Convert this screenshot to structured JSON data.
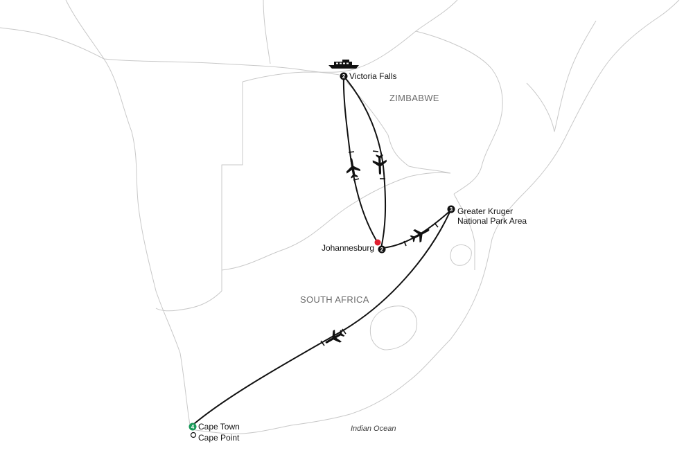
{
  "map": {
    "countries": [
      {
        "id": "zimbabwe",
        "name": "ZIMBABWE"
      },
      {
        "id": "south-africa",
        "name": "SOUTH AFRICA"
      }
    ],
    "water": [
      {
        "id": "indian-ocean",
        "name": "Indian Ocean"
      }
    ],
    "stops": [
      {
        "id": "victoria-falls",
        "name": "Victoria Falls",
        "nights": "2",
        "badge_color": "#111111"
      },
      {
        "id": "johannesburg",
        "name": "Johannesburg",
        "nights": "2",
        "badge_color": "#111111",
        "start_marker_color": "#e02030"
      },
      {
        "id": "kruger",
        "name_line1": "Greater Kruger",
        "name_line2": "National Park Area",
        "nights": "3",
        "badge_color": "#111111"
      },
      {
        "id": "cape-town",
        "name": "Cape Town",
        "nights": "4",
        "badge_color": "#1a9a5a"
      },
      {
        "id": "cape-point",
        "name": "Cape Point",
        "badge_color": "#ffffff"
      }
    ],
    "routes": [
      {
        "from": "Johannesburg",
        "to": "Victoria Falls",
        "mode": "plane-icon"
      },
      {
        "from": "Victoria Falls",
        "to": "Johannesburg",
        "mode": "plane-icon"
      },
      {
        "from": "Johannesburg",
        "to": "Greater Kruger National Park Area",
        "mode": "plane-icon"
      },
      {
        "from": "Greater Kruger National Park Area",
        "to": "Cape Town",
        "mode": "plane-icon"
      }
    ],
    "icons": {
      "cruise": "boat-icon"
    },
    "colors": {
      "borders": "#c8c8c8",
      "routes": "#111111",
      "start": "#e02030",
      "end": "#1a9a5a"
    }
  }
}
